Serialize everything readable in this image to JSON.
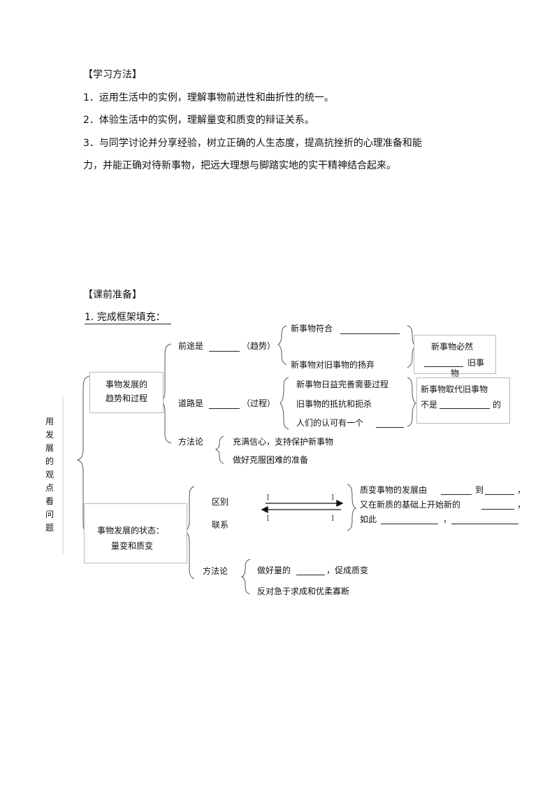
{
  "study_methods": {
    "heading": "【学习方法】",
    "items": [
      "1．运用生活中的实例，理解事物前进性和曲折性的统一。",
      "2．体验生活中的实例，理解量变和质变的辩证关系。",
      "3．与同学讨论并分享经验，树立正确的人生态度，提高抗挫折的心理准备和能",
      "力，并能正确对待新事物，把远大理想与脚踏实地的实干精神结合起来。"
    ]
  },
  "preparation": {
    "heading": "【课前准备】",
    "task": "1. 完成框架填充："
  },
  "diagram": {
    "root": [
      "用",
      "发",
      "展",
      "的",
      "观",
      "点",
      "看",
      "问",
      "题"
    ],
    "branch1": {
      "box": [
        "事物发展的",
        "趋势和过程"
      ],
      "future": {
        "label": "前途是",
        "paren": "（趋势）",
        "items": [
          "新事物符合",
          "新事物对旧事物的扬弃"
        ]
      },
      "road": {
        "label": "道路是",
        "paren": "（过程）",
        "items": [
          "新事物日益完善需要过程",
          "旧事物的抵抗和扼杀",
          "人们的认可有一个"
        ]
      },
      "method": {
        "label": "方法论",
        "items": [
          "充满信心，支持保护新事物",
          "做好克服困难的准备"
        ]
      },
      "box_right1": [
        "新事物必然",
        "旧事",
        "物"
      ],
      "box_right2": [
        "新事物取代旧事物",
        "不是",
        "的"
      ]
    },
    "branch2": {
      "box": [
        "事物发展的状态：",
        "量变和质变"
      ],
      "diff": "区别",
      "link": "联系",
      "arrow_brackets": [
        "[",
        "]",
        "[",
        "]"
      ],
      "right": {
        "line1a": "质变事物的发展由",
        "line1b": "到",
        "line1c": "，",
        "line2a": "又在新质的基础上开始新的",
        "line2b": "，",
        "line3a": "如此",
        "line3b": "，"
      },
      "method": {
        "label": "方法论",
        "item1a": "做好量的",
        "item1b": "，促成质变",
        "item2": "反对急于求成和优柔寡断"
      }
    }
  }
}
